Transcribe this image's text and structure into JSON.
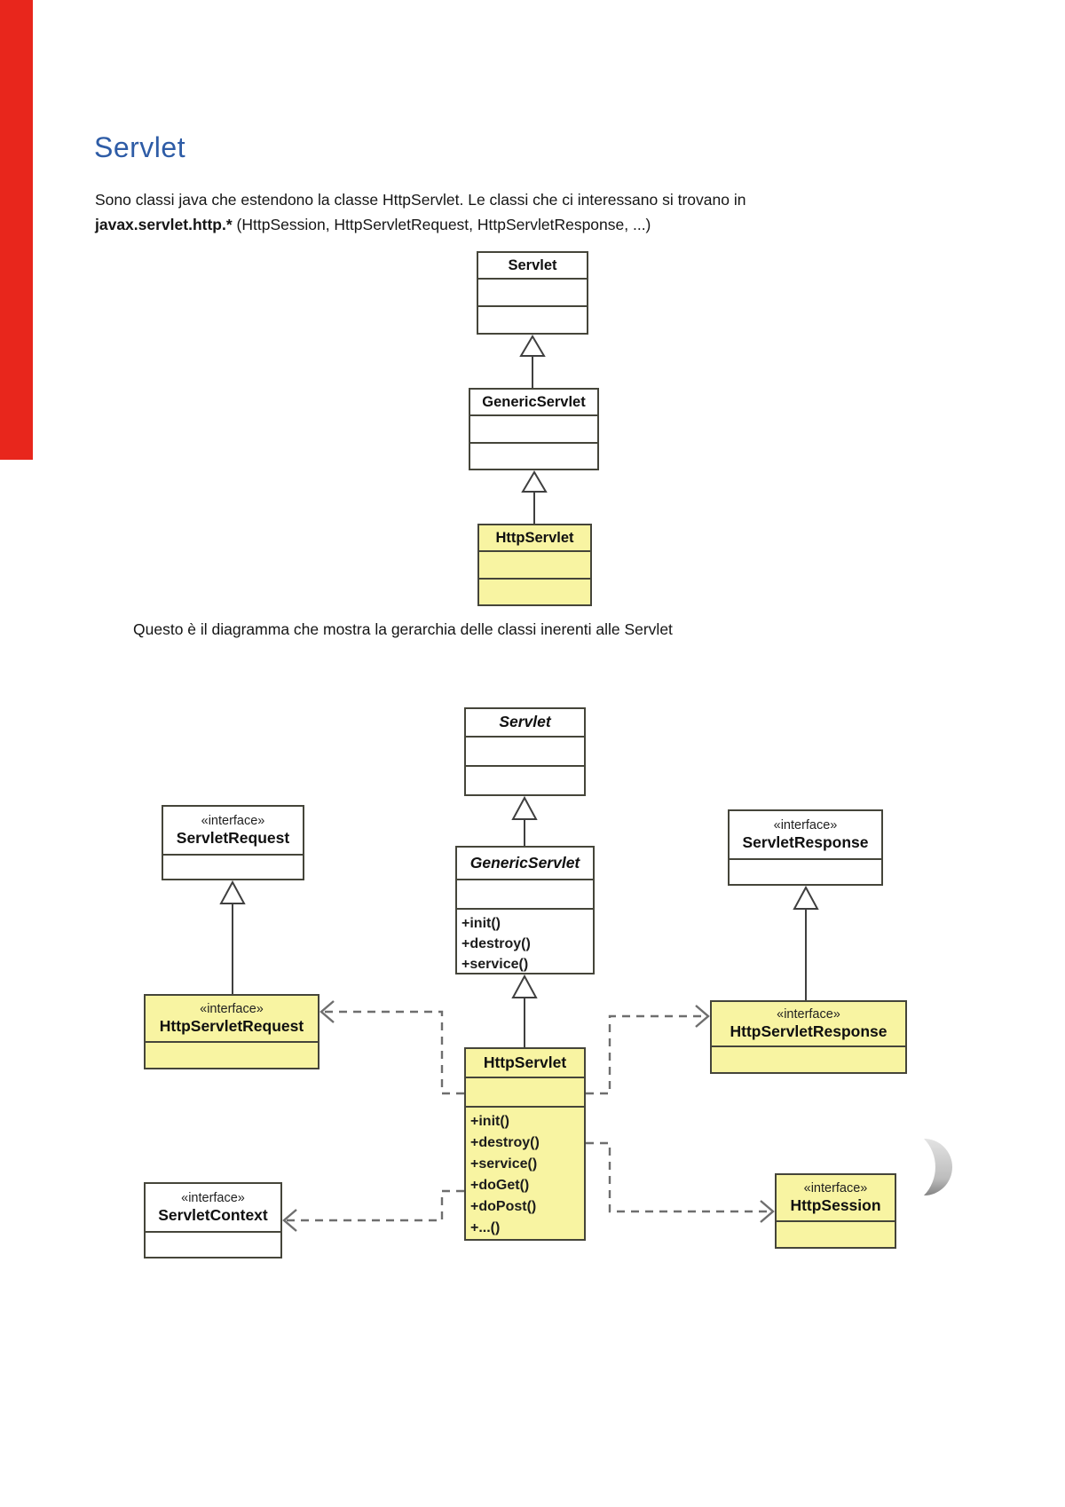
{
  "document": {
    "heading": "Servlet",
    "intro_line1": "Sono classi java che estendono la classe HttpServlet. Le classi che ci interessano si trovano in",
    "intro_bold": "javax.servlet.http.*",
    "intro_rest": " (HttpSession, HttpServletRequest, HttpServletResponse, ...)",
    "caption": "Questo è il diagramma che mostra la gerarchia delle classi inerenti alle Servlet"
  },
  "colors": {
    "heading_blue": "#2E5CA6",
    "class_fill_yellow": "#F8F4A2",
    "class_fill_white": "#FFFFFF",
    "box_border": "#45453A",
    "connector_gray": "#6E6E6E",
    "ribbon_red": "#E8261C"
  },
  "stereotype_label": "«interface»",
  "hierarchy_diagram": {
    "servlet": "Servlet",
    "generic_servlet": "GenericServlet",
    "http_servlet": "HttpServlet"
  },
  "class_diagram": {
    "servlet": "Servlet",
    "generic_servlet": "GenericServlet",
    "generic_servlet_methods": [
      "+init()",
      "+destroy()",
      "+service()"
    ],
    "http_servlet": "HttpServlet",
    "http_servlet_methods": [
      "+init()",
      "+destroy()",
      "+service()",
      "+doGet()",
      "+doPost()",
      "+...()"
    ],
    "servlet_request": "ServletRequest",
    "http_servlet_request": "HttpServletRequest",
    "servlet_response": "ServletResponse",
    "http_servlet_response": "HttpServletResponse",
    "servlet_context": "ServletContext",
    "http_session": "HttpSession"
  }
}
